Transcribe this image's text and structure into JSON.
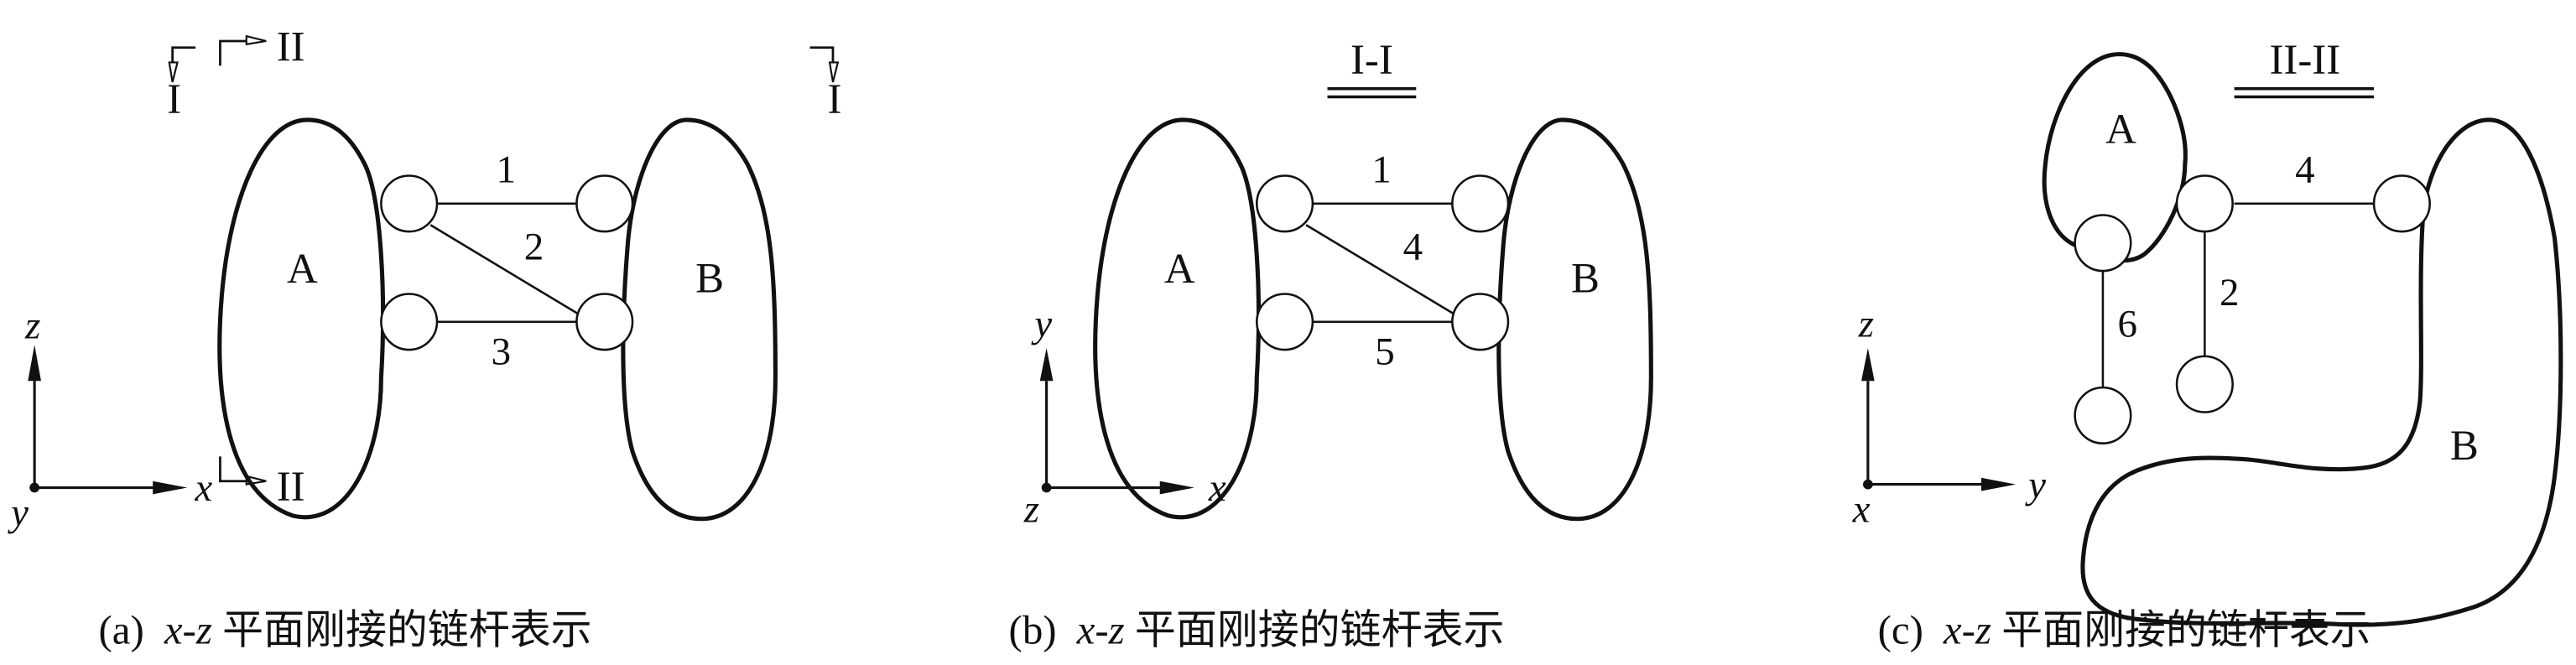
{
  "figure": {
    "panels": [
      {
        "id": "a",
        "view_title": "",
        "body_a": "A",
        "body_b": "B",
        "links": [
          "1",
          "2",
          "3"
        ],
        "axes": {
          "up": "z",
          "right": "x",
          "out": "y"
        },
        "section_marks": {
          "cut_I_left": "I",
          "cut_I_right": "I",
          "cut_II_top": "II",
          "cut_II_bottom": "II"
        },
        "caption": {
          "prefix": "(a)",
          "plane": "x-z",
          "text": "平面刚接的链杆表示"
        }
      },
      {
        "id": "b",
        "view_title": "I-I",
        "body_a": "A",
        "body_b": "B",
        "links": [
          "1",
          "4",
          "5"
        ],
        "axes": {
          "up": "y",
          "right": "x",
          "out": "z"
        },
        "caption": {
          "prefix": "(b)",
          "plane": "x-z",
          "text": "平面刚接的链杆表示"
        }
      },
      {
        "id": "c",
        "view_title": "II-II",
        "body_a": "A",
        "body_b": "B",
        "links": [
          "4",
          "2",
          "6"
        ],
        "axes": {
          "up": "z",
          "right": "y",
          "out": "x"
        },
        "caption": {
          "prefix": "(c)",
          "plane": "x-z",
          "text": "平面刚接的链杆表示"
        }
      }
    ]
  }
}
